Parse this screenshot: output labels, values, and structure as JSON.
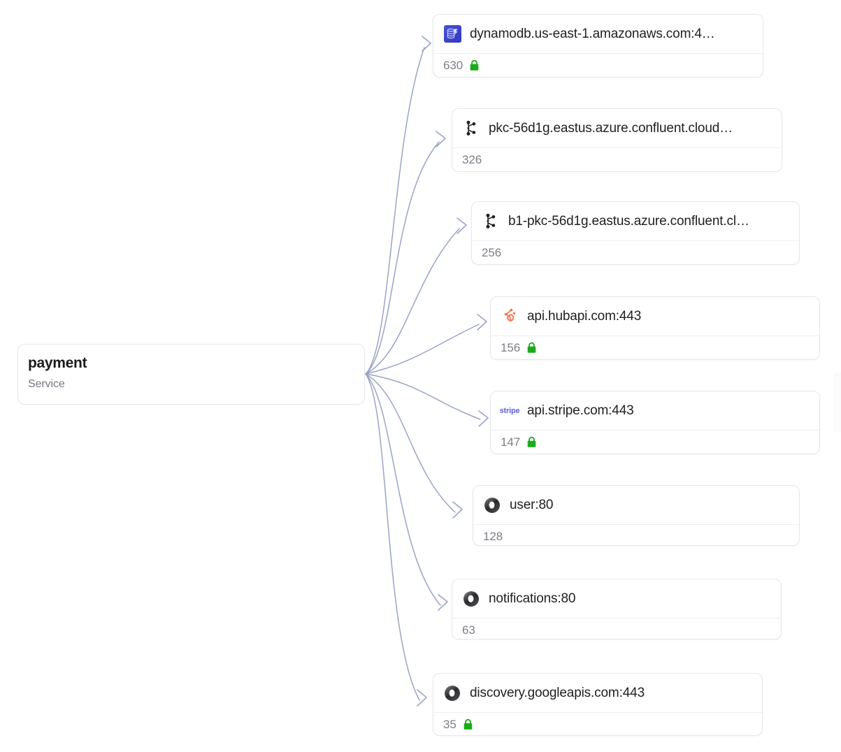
{
  "graph": {
    "source": {
      "name": "payment",
      "type_label": "Service",
      "icon": "none"
    },
    "edge_color": "#9aa4c4",
    "arrow_style": "open-chevron",
    "dependencies": [
      {
        "title": "dynamodb.us-east-1.amazonaws.com:4…",
        "full_title": "dynamodb.us-east-1.amazonaws.com:443",
        "count": "630",
        "secure": true,
        "icon": "dynamodb-icon",
        "icon_color": "#3f48cc"
      },
      {
        "title": "pkc-56d1g.eastus.azure.confluent.cloud…",
        "full_title": "pkc-56d1g.eastus.azure.confluent.cloud:9092",
        "count": "326",
        "secure": false,
        "icon": "kafka-icon",
        "icon_color": "#231f20"
      },
      {
        "title": "b1-pkc-56d1g.eastus.azure.confluent.cl…",
        "full_title": "b1-pkc-56d1g.eastus.azure.confluent.cloud:9092",
        "count": "256",
        "secure": false,
        "icon": "kafka-icon",
        "icon_color": "#231f20"
      },
      {
        "title": "api.hubapi.com:443",
        "full_title": "api.hubapi.com:443",
        "count": "156",
        "secure": true,
        "icon": "hubspot-icon",
        "icon_color": "#f8734d"
      },
      {
        "title": "api.stripe.com:443",
        "full_title": "api.stripe.com:443",
        "count": "147",
        "secure": true,
        "icon": "stripe-icon",
        "icon_color": "#5c61e6",
        "icon_text": "stripe"
      },
      {
        "title": "user:80",
        "full_title": "user:80",
        "count": "128",
        "secure": false,
        "icon": "service-ring-icon",
        "icon_color": "#2c2c2e"
      },
      {
        "title": "notifications:80",
        "full_title": "notifications:80",
        "count": "63",
        "secure": false,
        "icon": "service-ring-icon",
        "icon_color": "#2c2c2e"
      },
      {
        "title": "discovery.googleapis.com:443",
        "full_title": "discovery.googleapis.com:443",
        "count": "35",
        "secure": true,
        "icon": "service-ring-icon",
        "icon_color": "#2c2c2e"
      }
    ],
    "lock_color": "#1aab1a"
  }
}
